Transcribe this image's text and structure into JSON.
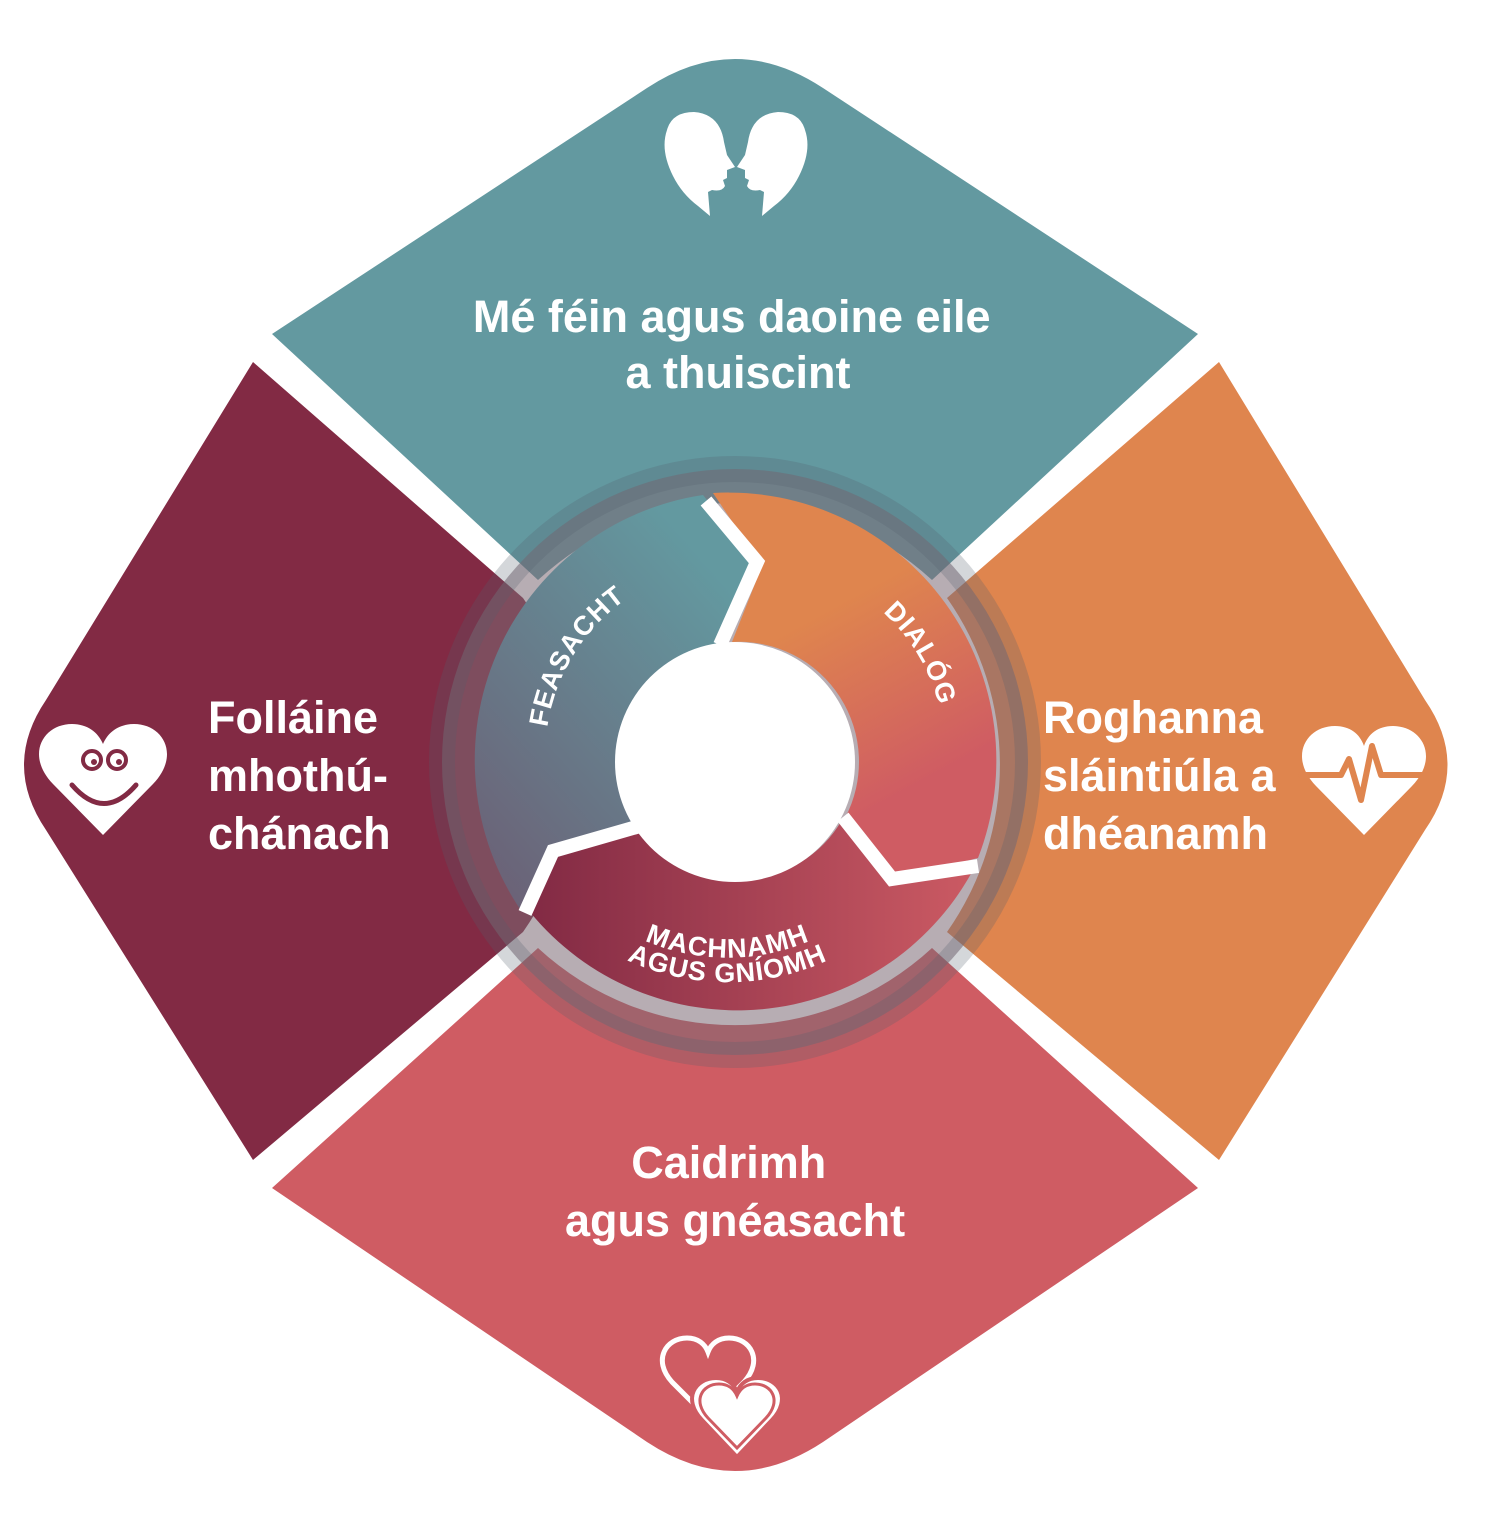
{
  "colors": {
    "teal": "#6399a0",
    "orange": "#df854e",
    "coral": "#cf5c63",
    "maroon": "#822a44",
    "ring_track": "#7c6a74"
  },
  "quadrants": {
    "top": {
      "lines": [
        "Mé féin agus daoine eile",
        "a thuiscint"
      ],
      "icon": "two-faces-icon"
    },
    "right": {
      "lines": [
        "Roghanna",
        "sláintiúla a",
        "dhéanamh"
      ],
      "icon": "heartbeat-heart-icon"
    },
    "bottom": {
      "lines": [
        "Caidrimh",
        "agus gnéasacht"
      ],
      "icon": "two-hearts-icon"
    },
    "left": {
      "lines": [
        "Folláine",
        "mhothú-",
        "chánach"
      ],
      "icon": "smiley-heart-icon"
    }
  },
  "ring": {
    "feasacht": "FEASACHT",
    "dialog": "DIALÓG",
    "machnamh": "MACHNAMH",
    "agus_gniomh": "AGUS GNÍOMH"
  }
}
